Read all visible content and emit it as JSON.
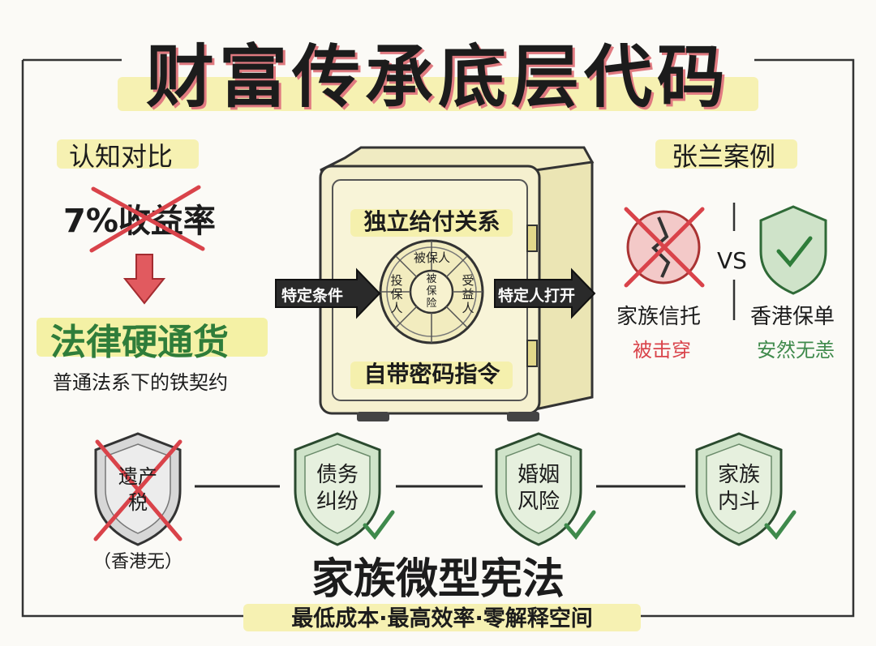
{
  "title": "财富传承底层代码",
  "cognition": {
    "heading": "认知对比",
    "crossed_text": "7%收益率",
    "result": "法律硬通货",
    "subtitle": "普通法系下的铁契约"
  },
  "safe": {
    "top_label": "独立给付关系",
    "bottom_label": "自带密码指令",
    "input_arrow": "特定条件",
    "output_arrow": "特定人打开",
    "dial": {
      "top": "被保人",
      "left": "投保人",
      "right": "受益人",
      "center": "被保险"
    }
  },
  "case": {
    "heading": "张兰案例",
    "vs": "VS",
    "left_name": "家族信托",
    "left_status": "被击穿",
    "right_name": "香港保单",
    "right_status": "安然无恙"
  },
  "shields": [
    {
      "line1": "遗产",
      "line2": "税",
      "note": "（香港无）",
      "crossed": true
    },
    {
      "line1": "债务",
      "line2": "纠纷",
      "crossed": false
    },
    {
      "line1": "婚姻",
      "line2": "风险",
      "crossed": false
    },
    {
      "line1": "家族",
      "line2": "内斗",
      "crossed": false
    }
  ],
  "footer": {
    "title": "家族微型宪法",
    "slogan": "最低成本·最高效率·零解释空间"
  },
  "colors": {
    "red": "#d9434a",
    "green": "#3f8a4c",
    "highlight": "#f4efa6",
    "shield_green": "#cfe3c9",
    "safe_body": "#f3efc8"
  }
}
